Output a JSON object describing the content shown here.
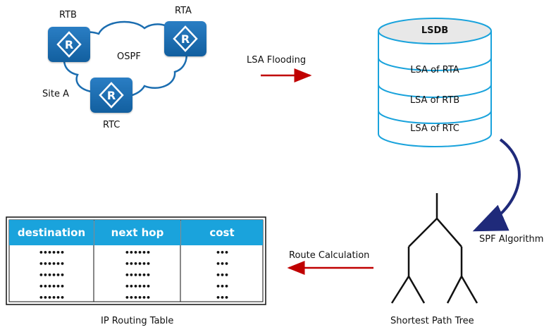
{
  "topology": {
    "routers": [
      {
        "name": "RTB",
        "icon": "router-icon"
      },
      {
        "name": "RTA",
        "icon": "router-icon"
      },
      {
        "name": "RTC",
        "icon": "router-icon"
      }
    ],
    "cloud_label": "OSPF",
    "site_label": "Site A"
  },
  "flooding_label": "LSA Flooding",
  "lsdb": {
    "title": "LSDB",
    "entries": [
      "LSA of RTA",
      "LSA of RTB",
      "LSA of RTC"
    ]
  },
  "spf_label": "SPF Algorithm",
  "tree_label": "Shortest Path Tree",
  "route_calc_label": "Route Calculation",
  "routing_table": {
    "caption": "IP Routing Table",
    "headers": [
      "destination",
      "next hop",
      "cost"
    ],
    "rows": [
      [
        "••••••",
        "••••••",
        "•••"
      ],
      [
        "••••••",
        "••••••",
        "•••"
      ],
      [
        "••••••",
        "••••••",
        "•••"
      ],
      [
        "••••••",
        "••••••",
        "•••"
      ],
      [
        "••••••",
        "••••••",
        "•••"
      ]
    ]
  },
  "colors": {
    "router": "#1b6db0",
    "arrow_red": "#c00000",
    "spf_arrow": "#1f2a7a",
    "lsdb_border": "#1aa3dc",
    "table_header": "#1aa3dc"
  }
}
